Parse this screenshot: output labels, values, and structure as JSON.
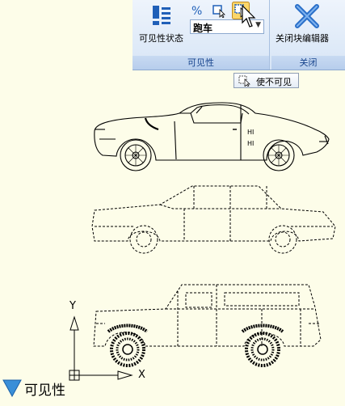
{
  "ribbon": {
    "visibility_panel": {
      "title": "可见性",
      "visibility_state_button": "可见性状态",
      "state_select": {
        "value": "跑车"
      }
    },
    "close_panel": {
      "title": "关闭",
      "close_editor_button": "关闭块编辑器"
    }
  },
  "tooltip": {
    "label": "使不可见"
  },
  "canvas": {
    "ucs": {
      "x_label": "X",
      "y_label": "Y"
    },
    "visibility_param_label": "可见性"
  },
  "colors": {
    "accent": "#15428b",
    "param_triangle": "#3a8fd8",
    "canvas_bg": "#fdfde9"
  }
}
